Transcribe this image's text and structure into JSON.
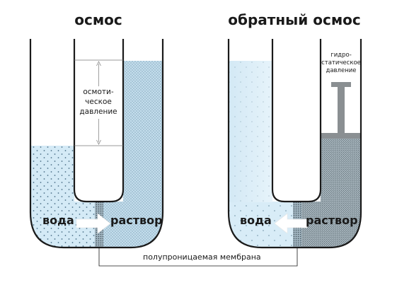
{
  "panels": [
    {
      "title": "осмос",
      "water_label": "вода",
      "solution_label": "раствор",
      "pressure_label": [
        "осмоти-",
        "ческое",
        "давление"
      ]
    },
    {
      "title": "обратный осмос",
      "water_label": "вода",
      "solution_label": "раствор",
      "pressure_label": [
        "гидро-",
        "статическое",
        "давление"
      ]
    }
  ],
  "membrane_label": "полупроницаемая мембрана",
  "colors": {
    "water": "#cfe6f3",
    "water_light": "#e8f4fb",
    "solution": "#b9d5e5",
    "solution_dark": "#9aa7ae",
    "piston": "#8a8f92",
    "membrane": "#5f6a70",
    "outline": "#1a1a1a",
    "arrow": "#ffffff"
  }
}
